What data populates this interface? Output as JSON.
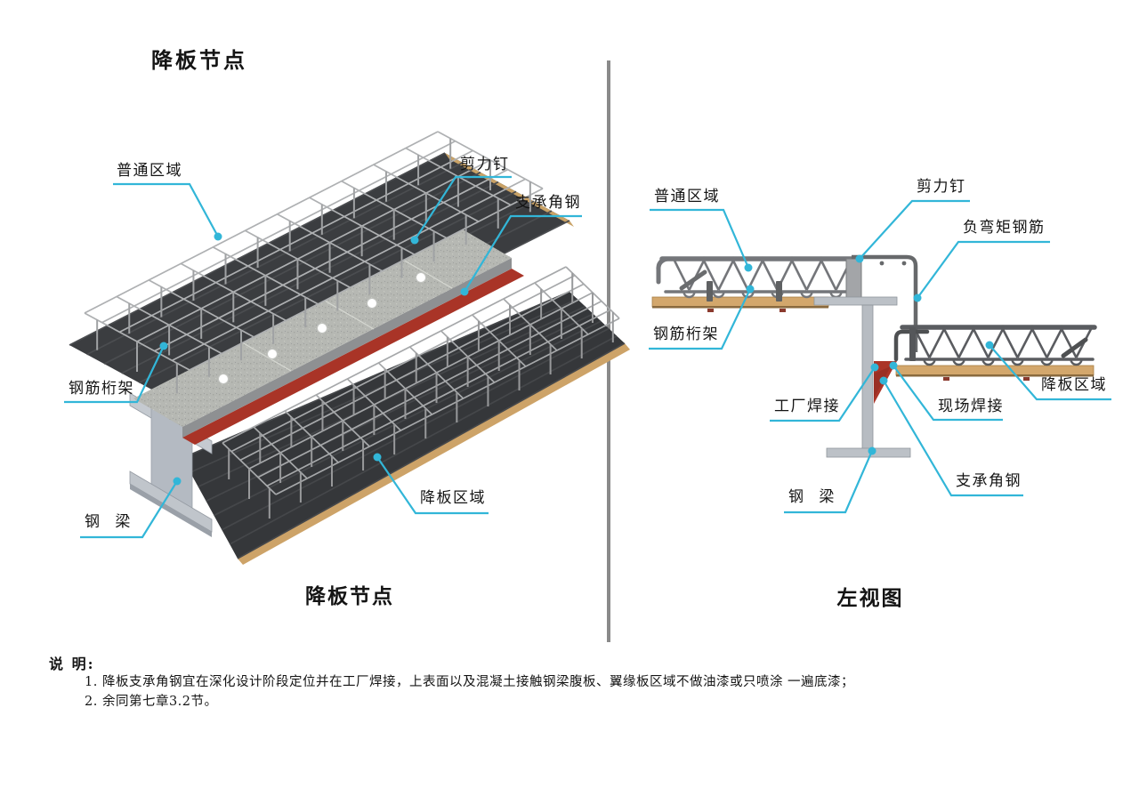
{
  "title": "降板节点",
  "left_view": {
    "caption": "降板节点",
    "labels": [
      {
        "id": "putong-quyu",
        "text": "普通区域"
      },
      {
        "id": "jianli-ding",
        "text": "剪力钉"
      },
      {
        "id": "zhicheng-jiaogang",
        "text": "支承角钢"
      },
      {
        "id": "gangjin-hengjia",
        "text": "钢筋桁架"
      },
      {
        "id": "gang-liang",
        "text": "钢 梁"
      },
      {
        "id": "jiangban-quyu",
        "text": "降板区域"
      }
    ]
  },
  "right_view": {
    "caption": "左视图",
    "labels": [
      {
        "id": "putong-quyu",
        "text": "普通区域"
      },
      {
        "id": "jianli-ding",
        "text": "剪力钉"
      },
      {
        "id": "fuwanju-gangjin",
        "text": "负弯矩钢筋"
      },
      {
        "id": "gangjin-hengjia",
        "text": "钢筋桁架"
      },
      {
        "id": "gongchang-hanjie",
        "text": "工厂焊接"
      },
      {
        "id": "xianchang-hanjie",
        "text": "现场焊接"
      },
      {
        "id": "jiangban-quyu",
        "text": "降板区域"
      },
      {
        "id": "zhicheng-jiaogang",
        "text": "支承角钢"
      },
      {
        "id": "gang-liang",
        "text": "钢 梁"
      }
    ]
  },
  "notes": {
    "heading": "说 明:",
    "items": [
      "1. 降板支承角钢宜在深化设计阶段定位并在工厂焊接，上表面以及混凝土接触钢梁腹板、翼缘板区域不做油漆或只喷涂 一遍底漆；",
      "2. 余同第七章3.2节。"
    ]
  },
  "colors": {
    "leader": "#32b6d8",
    "angle_red": "#a93427",
    "deck_dark": "#3b3d40",
    "concrete": "#b6b8b3",
    "plank_tan": "#d3a76c",
    "steel_gray": "#bcc1c7",
    "divider": "#8a8a8a"
  }
}
